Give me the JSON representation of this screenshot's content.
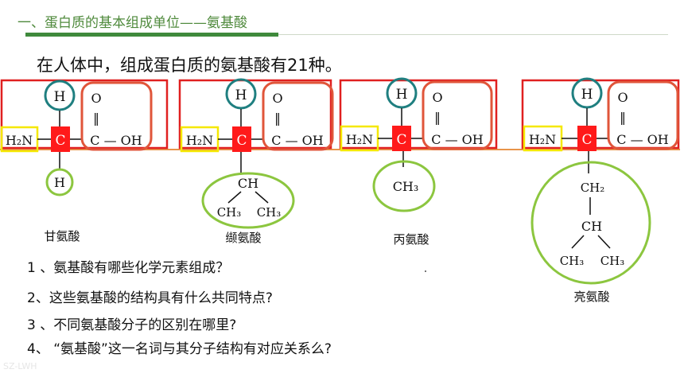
{
  "title": "一、蛋白质的基本组成单位——氨基酸",
  "intro": "在人体中，组成蛋白质的氨基酸有21种。",
  "atoms": {
    "h": "H",
    "c": "C",
    "o": "O",
    "oh": "C — OH",
    "amine": "H₂N",
    "double_bond": "‖",
    "bond": "—"
  },
  "amino_acids": [
    {
      "name": "甘氨酸",
      "r_lines": [
        "H"
      ]
    },
    {
      "name": "缬氨酸",
      "r_lines": [
        "CH",
        "CH₃",
        "CH₃"
      ]
    },
    {
      "name": "丙氨酸",
      "r_lines": [
        "CH₃"
      ]
    },
    {
      "name": "亮氨酸",
      "r_lines": [
        "CH₂",
        "CH",
        "CH₃",
        "CH₃"
      ]
    }
  ],
  "questions": [
    "1 、氨基酸有哪些化学元素组成？",
    "2、这些氨基酸的结构具有什么共同特点?",
    "3 、不同氨基酸分子的区别在哪里?",
    "4、 “氨基酸”这一名词与其分子结构有对应关系么?"
  ],
  "watermark": "SZ-LWH",
  "colors": {
    "title_green": "#4f8a3c",
    "frame_red": "#e02020",
    "carbon_fill": "#ff1a1a",
    "h_circle": "#1f7f80",
    "amine_box": "#f5e800",
    "carboxyl_box": "#e0553a",
    "r_circle": "#8cc63f",
    "axis_orange": "#e8944a"
  }
}
